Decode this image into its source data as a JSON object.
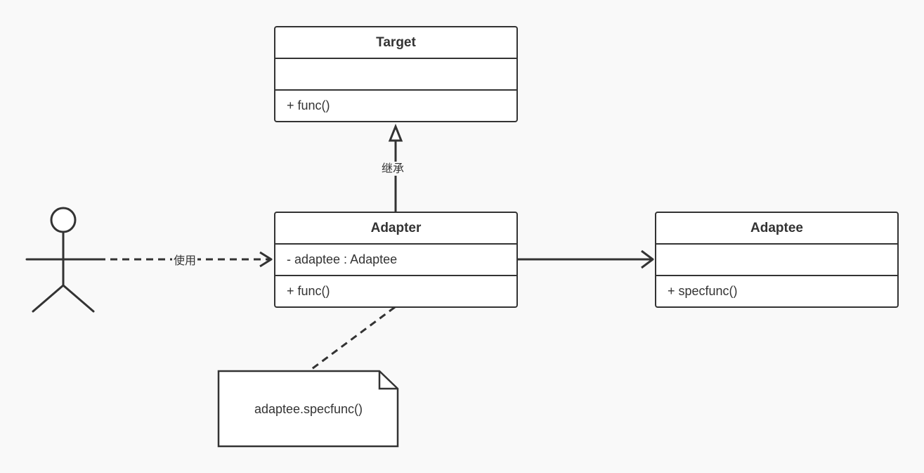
{
  "classes": {
    "target": {
      "name": "Target",
      "attributes": "",
      "operations": "+ func()"
    },
    "adapter": {
      "name": "Adapter",
      "attributes": "- adaptee : Adaptee",
      "operations": "+ func()"
    },
    "adaptee": {
      "name": "Adaptee",
      "attributes": "",
      "operations": "+ specfunc()"
    }
  },
  "edges": {
    "inherit_label": "继承",
    "use_label": "使用"
  },
  "note": {
    "text": "adaptee.specfunc()"
  },
  "colors": {
    "stroke": "#333333",
    "background": "#f9f9f9",
    "fill": "#ffffff"
  }
}
